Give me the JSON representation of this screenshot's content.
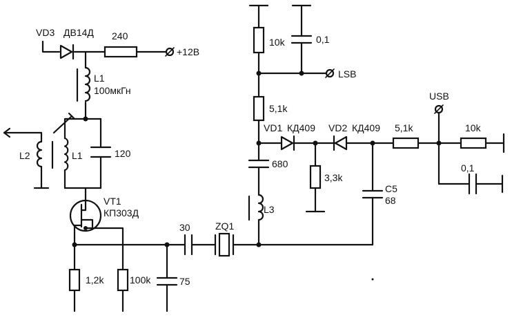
{
  "diagram": {
    "labels": {
      "vd3": "VD3",
      "vd3_type": "ДВ14Д",
      "r_240": "240",
      "supply": "+12В",
      "l1_top": "L1",
      "l1_top_value": "100мкГн",
      "l2": "L2",
      "l1_tank": "L1",
      "c_120": "120",
      "vt1": "VT1",
      "vt1_type": "КП303Д",
      "r_1_2k": "1,2k",
      "r_100k": "100k",
      "c_75": "75",
      "c_30": "30",
      "zq1": "ZQ1",
      "r_10k_top": "10k",
      "c_0_1_top": "0,1",
      "lsb": "LSB",
      "r_5_1k_mid": "5,1k",
      "vd1": "VD1",
      "vd1_type": "КД409",
      "vd2": "VD2",
      "vd2_type": "КД409",
      "r_5_1k_right": "5,1k",
      "usb": "USB",
      "r_10k_right": "10k",
      "c_680": "680",
      "r_3_3k": "3,3k",
      "c5": "C5",
      "c5_value": "68",
      "l3": "L3",
      "c_0_1_right": "0,1"
    }
  }
}
